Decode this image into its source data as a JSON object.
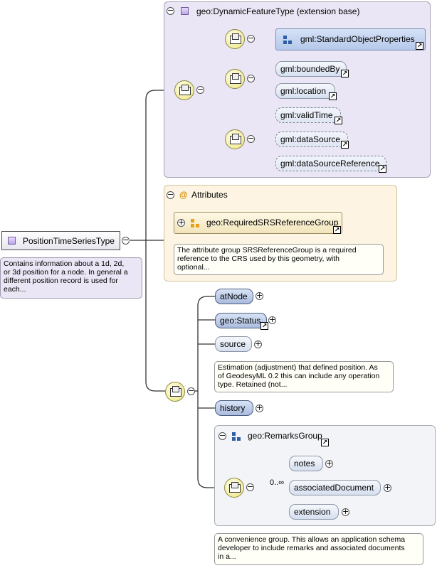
{
  "root": {
    "label": "PositionTimeSeriesType",
    "note": "Contains information about a 1d, 2d,\nor 3d position for a node. In general a\ndifferent position record is used for\neach..."
  },
  "extension": {
    "title": "geo:DynamicFeatureType (extension base)",
    "standard_props": "gml:StandardObjectProperties",
    "bounded_by": "gml:boundedBy",
    "location": "gml:location",
    "valid_time": "gml:validTime",
    "data_source": "gml:dataSource",
    "data_source_ref": "gml:dataSourceReference"
  },
  "attributes": {
    "title": "Attributes",
    "group": "geo:RequiredSRSReferenceGroup",
    "note": "The attribute group SRSReferenceGroup is a required\nreference to the CRS used by this geometry, with\noptional..."
  },
  "sequence": {
    "at_node": "atNode",
    "status": "geo:Status",
    "source": "source",
    "source_note": "Estimation (adjustment) that defined position. As\nof GeodesyML 0.2 this can include any operation\ntype. Retained (not...",
    "history": "history",
    "remarks": {
      "title": "geo:RemarksGroup",
      "notes": "notes",
      "associated_document": "associatedDocument",
      "multiplicity": "0..∞",
      "extension": "extension",
      "note": "A convenience group. This allows an application schema\ndeveloper to include remarks and associated documents\nin a..."
    }
  },
  "icons": {
    "attribute_symbol": "@",
    "collapse_symbol": "−",
    "expand_symbol": "+",
    "link_symbol": "↗"
  }
}
